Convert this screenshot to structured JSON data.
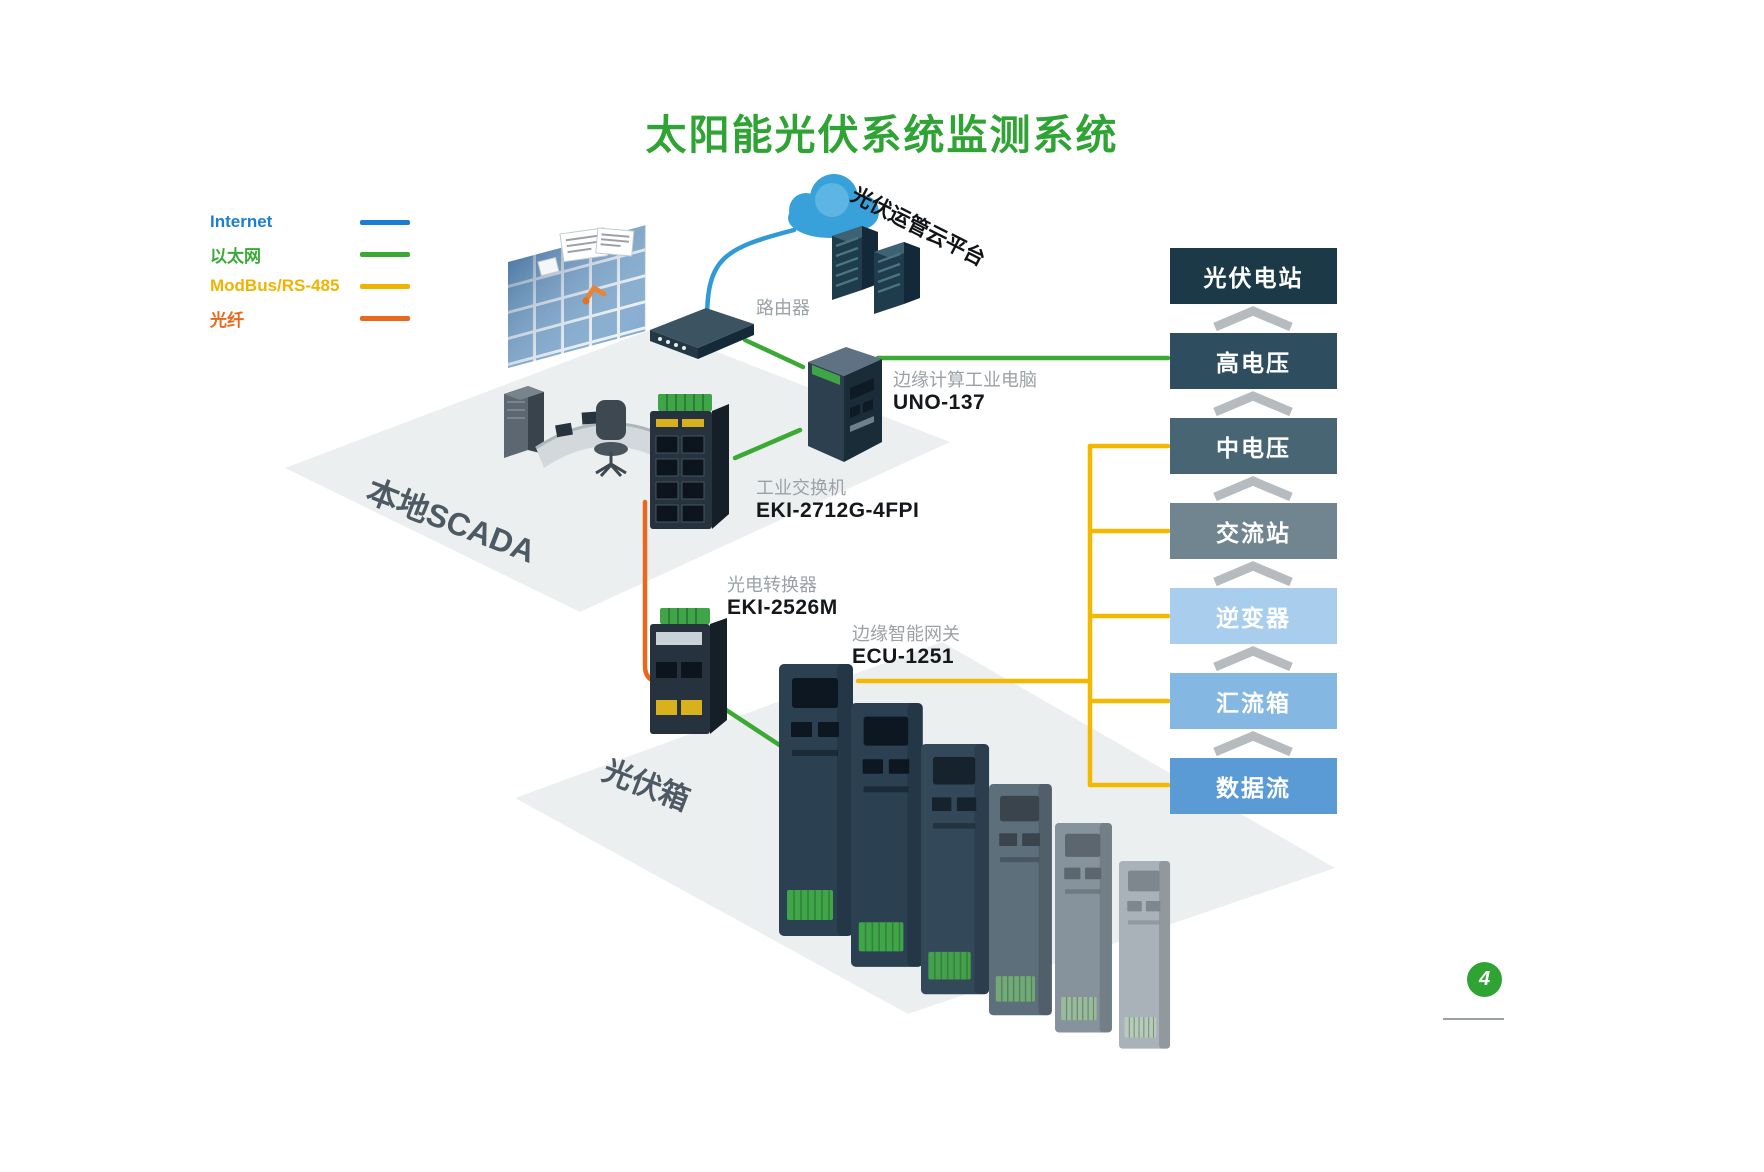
{
  "title": "太阳能光伏系统监测系统",
  "legend": {
    "items": [
      {
        "label": "Internet",
        "color": "#1a7fd4"
      },
      {
        "label": "以太网",
        "color": "#3aaa35"
      },
      {
        "label": "ModBus/RS-485",
        "color": "#f0b400"
      },
      {
        "label": "光纤",
        "color": "#e8681e"
      }
    ]
  },
  "cloud": {
    "label": "光伏运管云平台"
  },
  "devices": {
    "router": {
      "name": "路由器"
    },
    "uno": {
      "desc": "边缘计算工业电脑",
      "model": "UNO-137"
    },
    "switch": {
      "desc": "工业交换机",
      "model": "EKI-2712G-4FPI"
    },
    "converter": {
      "desc": "光电转换器",
      "model": "EKI-2526M"
    },
    "gateway": {
      "desc": "边缘智能网关",
      "model": "ECU-1251"
    }
  },
  "zones": {
    "scada": "本地SCADA",
    "pv_box": "光伏箱"
  },
  "stack": {
    "items": [
      {
        "label": "光伏电站",
        "bg": "#1b3947"
      },
      {
        "label": "高电压",
        "bg": "#2e4d5e"
      },
      {
        "label": "中电压",
        "bg": "#486573"
      },
      {
        "label": "交流站",
        "bg": "#70858f"
      },
      {
        "label": "逆变器",
        "bg": "#a9cdec"
      },
      {
        "label": "汇流箱",
        "bg": "#84b7e2"
      },
      {
        "label": "数据流",
        "bg": "#5b9bd5"
      }
    ]
  },
  "page": {
    "number": "4"
  },
  "icons": {
    "cloud": "cloud-icon",
    "servers": "server-rack-icon",
    "router": "router-icon",
    "uno": "industrial-pc-icon",
    "switch": "industrial-switch-icon",
    "converter": "media-converter-icon",
    "gateway": "iot-gateway-icon",
    "chevron": "chevron-up-icon"
  },
  "colors": {
    "title": "#2fa434",
    "internet_line": "#2e9ad6",
    "ethernet_line": "#3aaa35",
    "modbus_line": "#f3b800",
    "fiber_line": "#e8681e",
    "chevron": "#b6bbc0",
    "platform": "#eceff0",
    "terminal_green": "#3fa548"
  }
}
